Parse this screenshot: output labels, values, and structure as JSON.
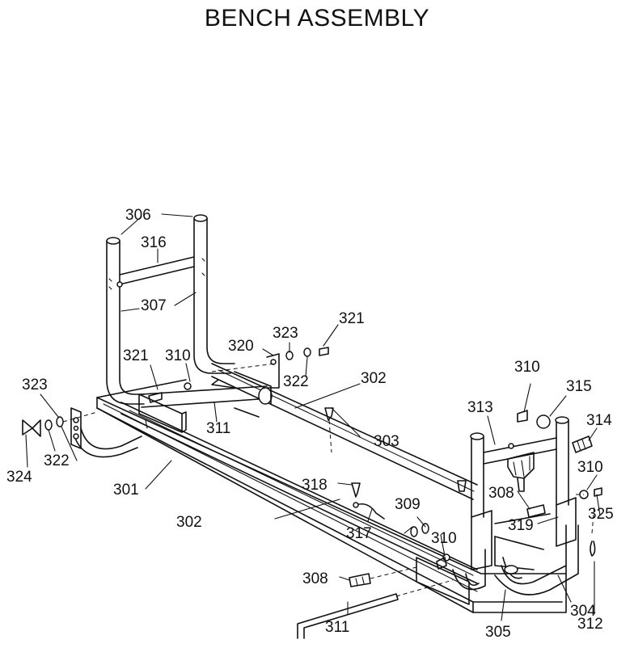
{
  "title": "BENCH ASSEMBLY",
  "callouts": {
    "c301": "301",
    "c302a": "302",
    "c302b": "302",
    "c303": "303",
    "c304": "304",
    "c305": "305",
    "c306": "306",
    "c307": "307",
    "c308a": "308",
    "c308b": "308",
    "c309": "309",
    "c310a": "310",
    "c310b": "310",
    "c310c": "310",
    "c310d": "310",
    "c311a": "311",
    "c311b": "311",
    "c312": "312",
    "c313": "313",
    "c314": "314",
    "c315": "315",
    "c316": "316",
    "c317": "317",
    "c318": "318",
    "c319": "319",
    "c320": "320",
    "c321a": "321",
    "c321b": "321",
    "c322a": "322",
    "c322b": "322",
    "c323a": "323",
    "c323b": "323",
    "c324": "324",
    "c325": "325"
  }
}
